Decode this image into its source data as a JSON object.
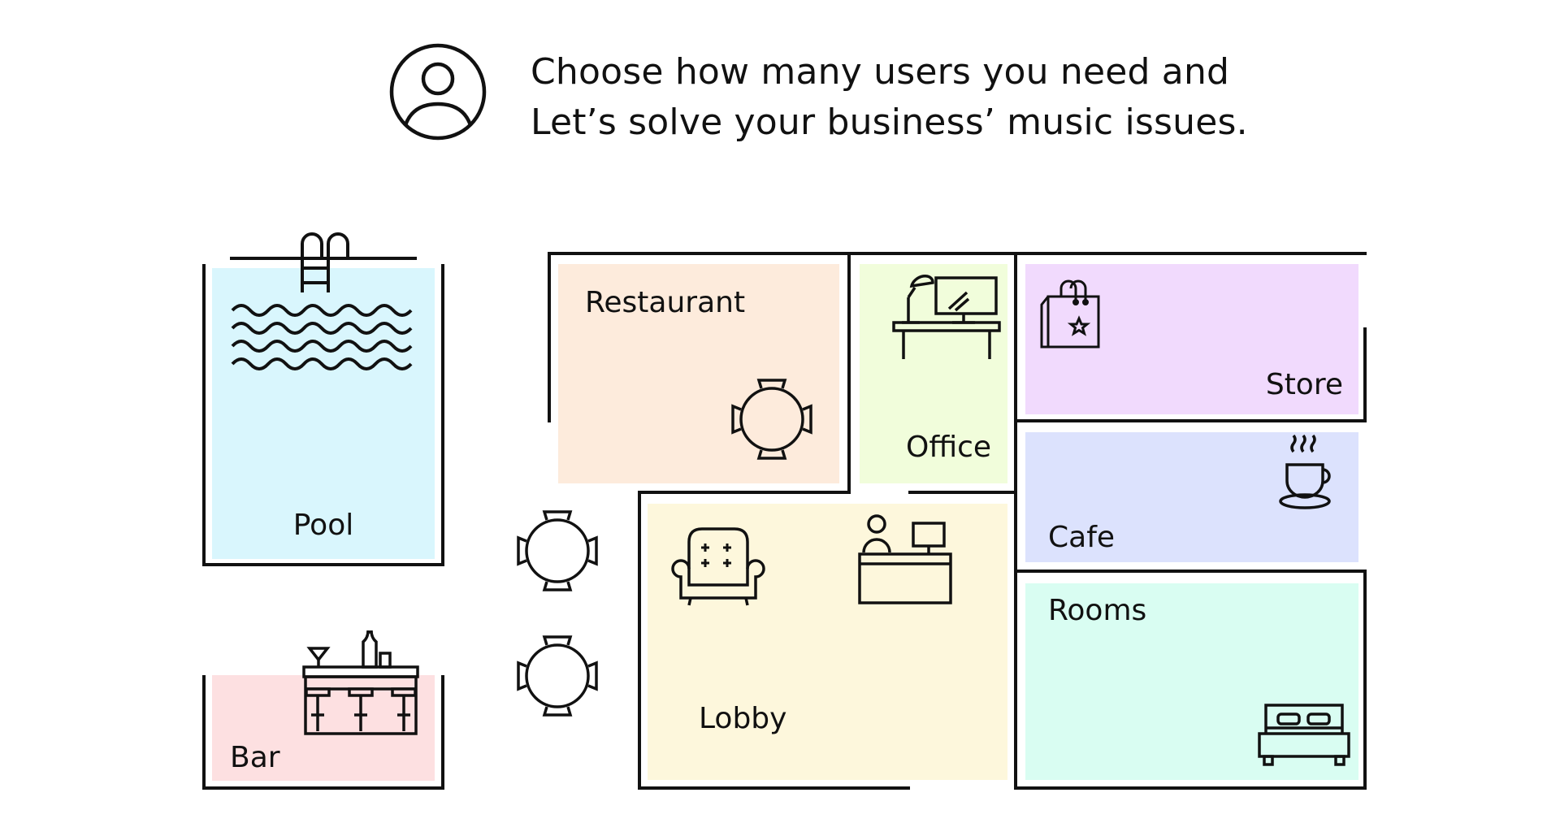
{
  "header": {
    "line1": "Choose how many users you need and",
    "line2": "Let’s solve your business’ music issues."
  },
  "rooms": {
    "pool": "Pool",
    "bar": "Bar",
    "restaurant": "Restaurant",
    "office": "Office",
    "store": "Store",
    "cafe": "Cafe",
    "lobby": "Lobby",
    "rooms": "Rooms"
  },
  "colors": {
    "pool": "#d9f6fd",
    "bar": "#fde0e1",
    "restaurant": "#fdebdc",
    "office": "#f1fddb",
    "store": "#f1dafd",
    "cafe": "#dce2fd",
    "lobby": "#fdf7dc",
    "rooms": "#d9fdf2",
    "line": "#111111"
  },
  "icons": [
    "user-icon",
    "waves-icon",
    "pool-ladder-icon",
    "bar-counter-icon",
    "round-table-icon",
    "desk-lamp-computer-icon",
    "shopping-bag-icon",
    "coffee-cup-icon",
    "armchair-icon",
    "reception-desk-icon",
    "bed-icon"
  ]
}
